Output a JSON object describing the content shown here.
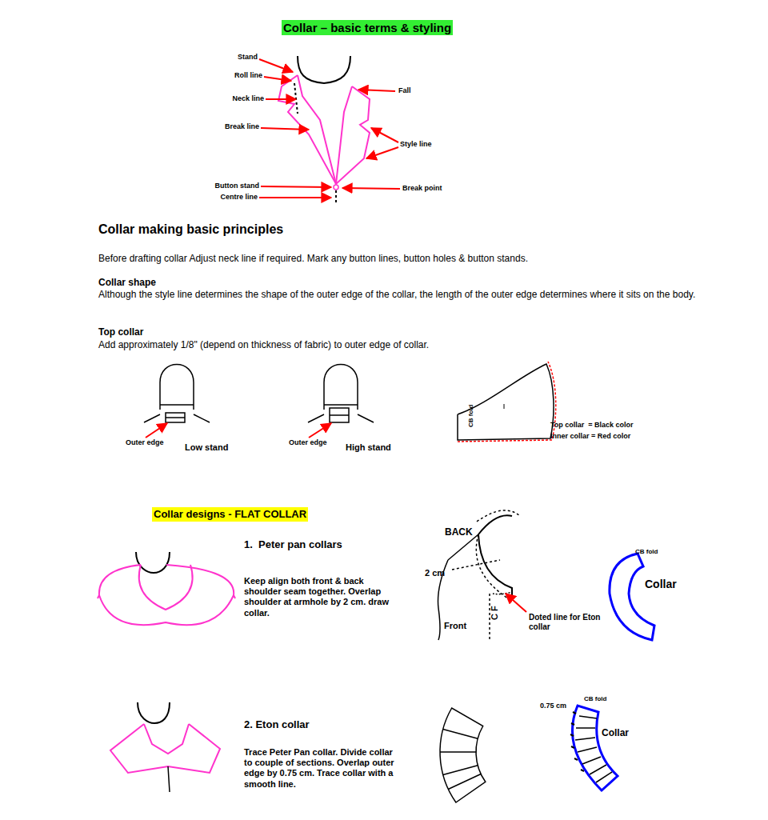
{
  "diagram": {
    "title": "Collar – basic terms & styling",
    "labels": [
      "Stand",
      "Roll line",
      "Neck line",
      "Break line",
      "Button stand",
      "Centre line",
      "Fall",
      "Style line",
      "Break point",
      "Collar making basic principles",
      "Before drafting collar Adjust neck line if required. Mark any button lines, button holes & button stands.",
      "Collar shape",
      "Although the style line determines the shape of the outer edge of the collar, the length of the outer edge determines where it sits on the body.",
      "Top collar",
      "Add approximately 1/8\" (depend on thickness of fabric) to outer edge of collar.",
      "Outer edge",
      "Low stand",
      "Outer edge",
      "High stand",
      "CB fold",
      "Top collar  = Black color",
      "Inner collar = Red color",
      "Collar designs - FLAT COLLAR",
      "1.  Peter pan collars",
      "Keep align both front & back shoulder seam together. Overlap shoulder at armhole by 2 cm. draw collar.",
      "BACK",
      "2 cm",
      "Front",
      "C F",
      "Doted line for Eton collar",
      "CB fold",
      "Collar",
      "2. Eton collar",
      "Trace Peter Pan collar. Divide collar to couple of sections. Overlap outer edge by 0.75 cm. Trace collar with a smooth line.",
      "0.75 cm",
      "CB fold",
      "Collar"
    ]
  }
}
